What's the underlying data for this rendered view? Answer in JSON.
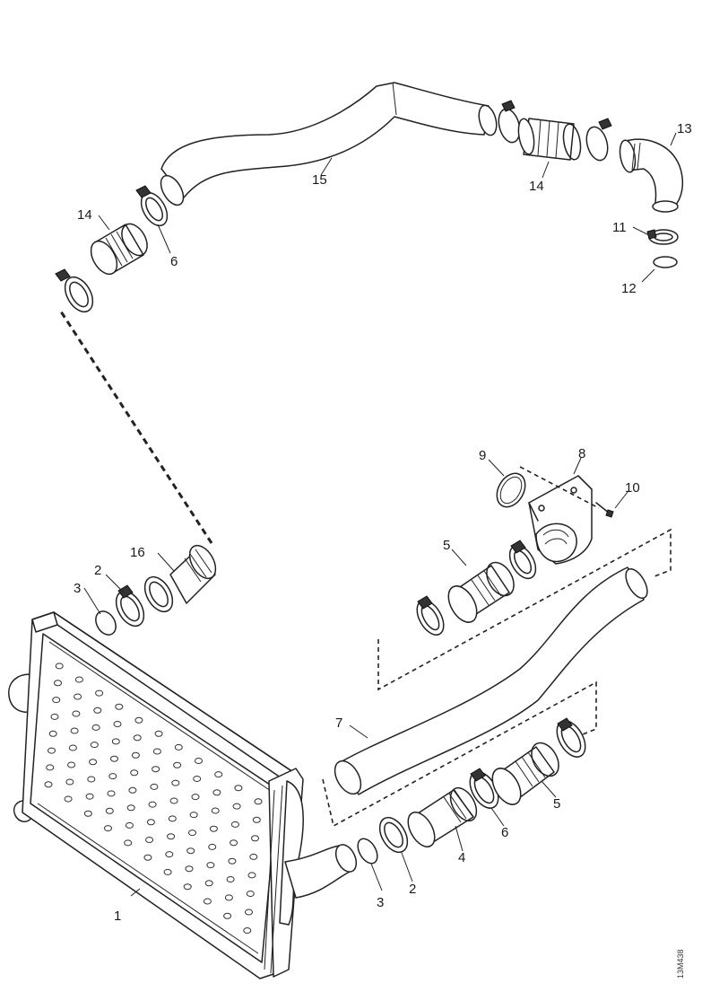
{
  "figure_code": "13M438",
  "callouts": {
    "c1": "1",
    "c2a": "2",
    "c2b": "2",
    "c3a": "3",
    "c3b": "3",
    "c4": "4",
    "c5a": "5",
    "c5b": "5",
    "c6a": "6",
    "c6b": "6",
    "c7": "7",
    "c8": "8",
    "c9": "9",
    "c10": "10",
    "c11": "11",
    "c12": "12",
    "c13": "13",
    "c14a": "14",
    "c14b": "14",
    "c15": "15",
    "c16": "16"
  }
}
